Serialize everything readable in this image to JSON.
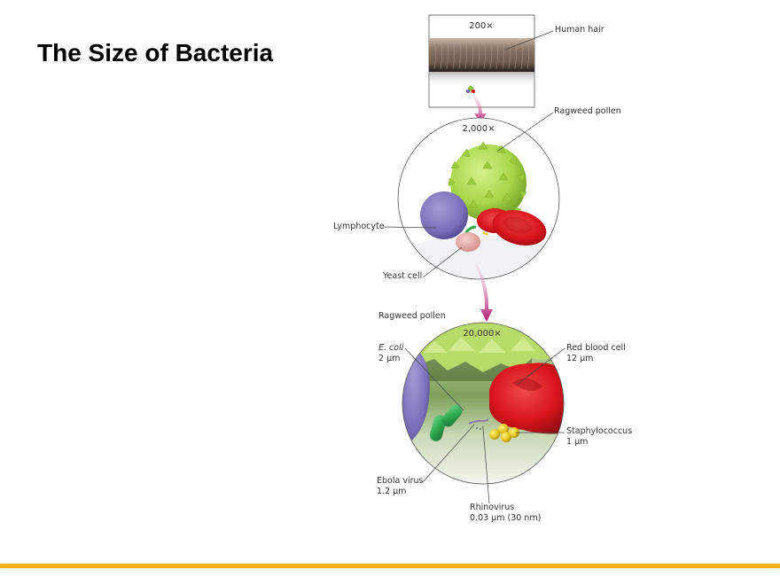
{
  "slide": {
    "title": "The Size of Bacteria"
  },
  "figure": {
    "panels": [
      {
        "magnification": "200x",
        "shape": "rectangle",
        "labels": [
          "Human hair"
        ]
      },
      {
        "magnification": "2,000x",
        "shape": "circle",
        "labels": [
          "Ragweed pollen",
          "Lymphocyte",
          "Yeast cell"
        ]
      },
      {
        "magnification": "20,000x",
        "shape": "circle",
        "labels": [
          "Ragweed pollen",
          "E. coli",
          "Red blood cell",
          "Staphylococcus",
          "Ebola virus",
          "Rhinovirus"
        ]
      }
    ],
    "mag_200": "200×",
    "mag_2000": "2,000×",
    "mag_20000": "20,000×",
    "labels": {
      "human_hair": "Human hair",
      "ragweed_pollen_1": "Ragweed pollen",
      "lymphocyte": "Lymphocyte",
      "yeast_cell": "Yeast cell",
      "ragweed_pollen_2": "Ragweed pollen",
      "ecoli_name": "E. coli",
      "ecoli_size": "2 µm",
      "rbc_name": "Red blood cell",
      "rbc_size": "12 µm",
      "staph_name": "Staphylococcus",
      "staph_size": "1 µm",
      "ebola_name": "Ebola virus",
      "ebola_size": "1.2 µm",
      "rhino_name": "Rhinovirus",
      "rhino_size": "0.03 µm (30 nm)"
    },
    "colors": {
      "arrow": "#b0176e",
      "pollen": "#a6d64a",
      "lymphocyte": "#7a6fb8",
      "rbc": "#d8141c",
      "ecoli": "#2fa84f",
      "staph": "#e6c619",
      "yeast": "#e8a9a6",
      "hair": "#7d6a5a"
    }
  },
  "footer": {
    "accent_color": "#f5b21a"
  }
}
